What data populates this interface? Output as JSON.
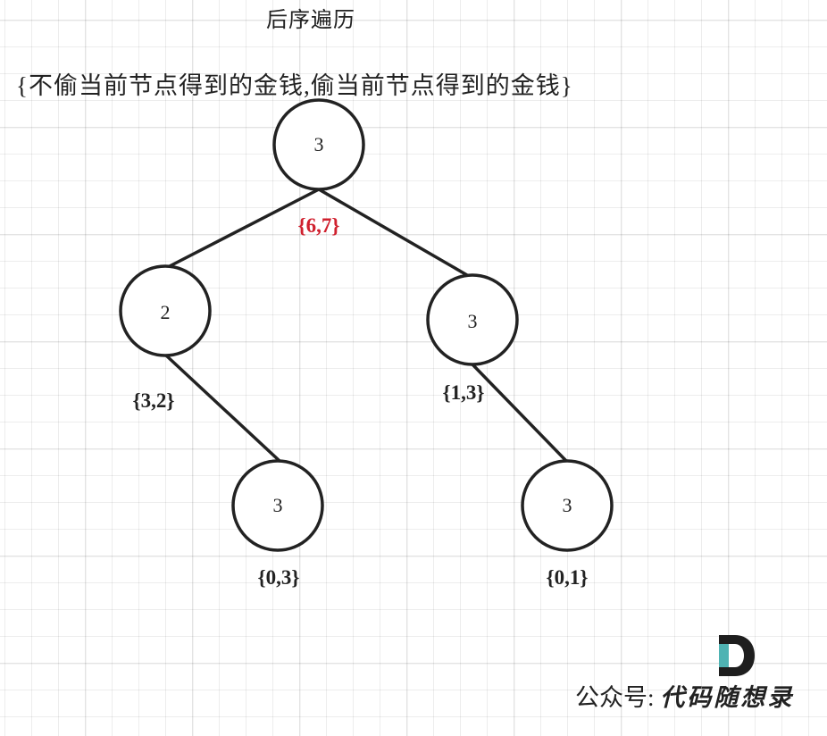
{
  "title": "后序遍历",
  "subtitle": "{不偷当前节点得到的金钱,偷当前节点得到的金钱}",
  "tree": {
    "nodes": [
      {
        "id": "root",
        "value": "3",
        "pair": "{6,7}",
        "highlight": true
      },
      {
        "id": "left",
        "value": "2",
        "pair": "{3,2}"
      },
      {
        "id": "right",
        "value": "3",
        "pair": "{1,3}"
      },
      {
        "id": "left-right",
        "value": "3",
        "pair": "{0,3}"
      },
      {
        "id": "right-right",
        "value": "3",
        "pair": "{0,1}"
      }
    ],
    "edges": [
      [
        "root",
        "left"
      ],
      [
        "root",
        "right"
      ],
      [
        "left",
        "left-right"
      ],
      [
        "right",
        "right-right"
      ]
    ],
    "colors": {
      "highlight": "#d0202e",
      "stroke": "#222222",
      "logo_accent": "#4fb3b3"
    }
  },
  "footer": {
    "prefix": "公众号:",
    "brand": "代码随想录",
    "logo_letter": "D"
  }
}
